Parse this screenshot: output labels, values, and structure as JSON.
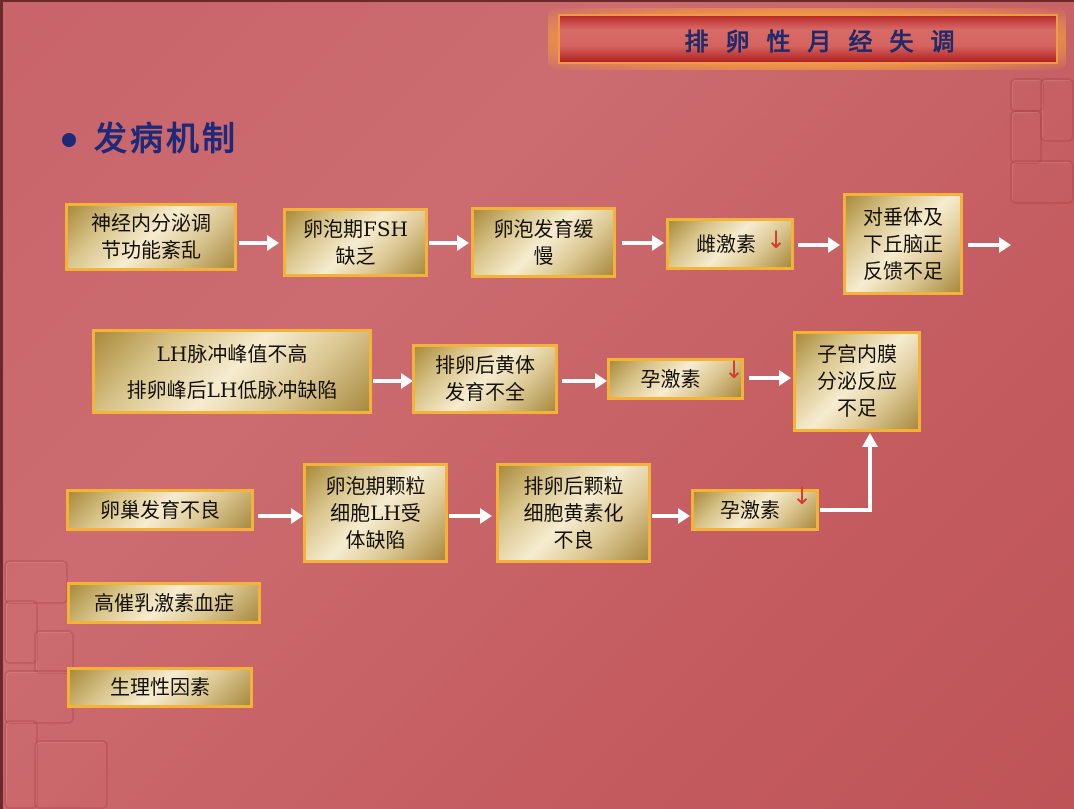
{
  "slide": {
    "title": "排卵性月经失调",
    "heading": "发病机制",
    "colors": {
      "background": "#c8646a",
      "heading_text": "#1e2a78",
      "box_border": "#f2b338",
      "arrow": "#ffffff",
      "decrease_arrow": "#d83a30",
      "banner_red": "#b82a2a",
      "banner_orange": "#ec9448"
    }
  },
  "diagram": {
    "row1": [
      {
        "label": "神经内分泌调\n节功能紊乱"
      },
      {
        "label": "卵泡期FSH\n缺乏"
      },
      {
        "label": "卵泡发育缓\n慢"
      },
      {
        "label": "雌激素",
        "indicator": "↓"
      },
      {
        "label": "对垂体及\n下丘脑正\n反馈不足"
      }
    ],
    "row2": [
      {
        "label": "LH脉冲峰值不高\n排卵峰后LH低脉冲缺陷"
      },
      {
        "label": "排卵后黄体\n发育不全"
      },
      {
        "label": "孕激素",
        "indicator": "↓"
      },
      {
        "label": "子宫内膜\n分泌反应\n不足"
      }
    ],
    "row3": [
      {
        "label": "卵巢发育不良"
      },
      {
        "label": "卵泡期颗粒\n细胞LH受\n体缺陷"
      },
      {
        "label": "排卵后颗粒\n细胞黄素化\n不良"
      },
      {
        "label": "孕激素",
        "indicator": "↓"
      }
    ],
    "other_causes": [
      {
        "label": "高催乳激素血症"
      },
      {
        "label": "生理性因素"
      }
    ]
  }
}
